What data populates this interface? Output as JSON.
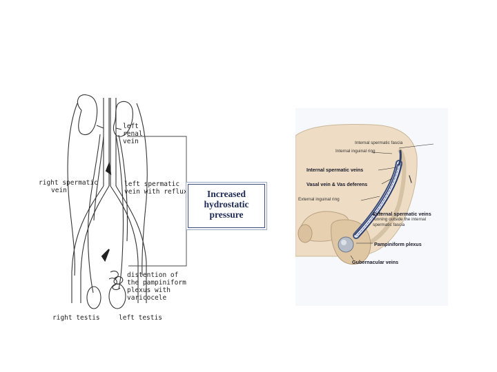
{
  "left_diagram": {
    "labels": {
      "left_renal_vein": [
        "left",
        "renal",
        "vein"
      ],
      "right_spermatic_vein": [
        "right  spermatic",
        "vein"
      ],
      "left_spermatic_vein": [
        "left  spermatic",
        "vein with reflux"
      ],
      "distention": [
        "distention  of",
        "the pampiniform",
        "plexus  with",
        "varicocele"
      ],
      "right_testis": "right  testis",
      "left_testis": "left  testis"
    },
    "pressure_box": [
      "Increased",
      "hydrostatic",
      "pressure"
    ]
  },
  "right_diagram": {
    "labels": {
      "internal_spermatic_fascia": "Internal spermatic fascia",
      "internal_inguinal_ring": "Internal inguinal ring",
      "internal_spermatic_veins": "Internal spermatic veins",
      "vasal_vein": "Vasal vein & Vas deferens",
      "external_inguinal_ring": "External inguinal ring",
      "external_spermatic_veins": "External spermatic veins",
      "running_outside": [
        "running outside the internal",
        "spermatic fascia"
      ],
      "pampiniform_plexus": "Pampiniform plexus",
      "gubernacular_veins": "Gubernacular veins"
    }
  }
}
